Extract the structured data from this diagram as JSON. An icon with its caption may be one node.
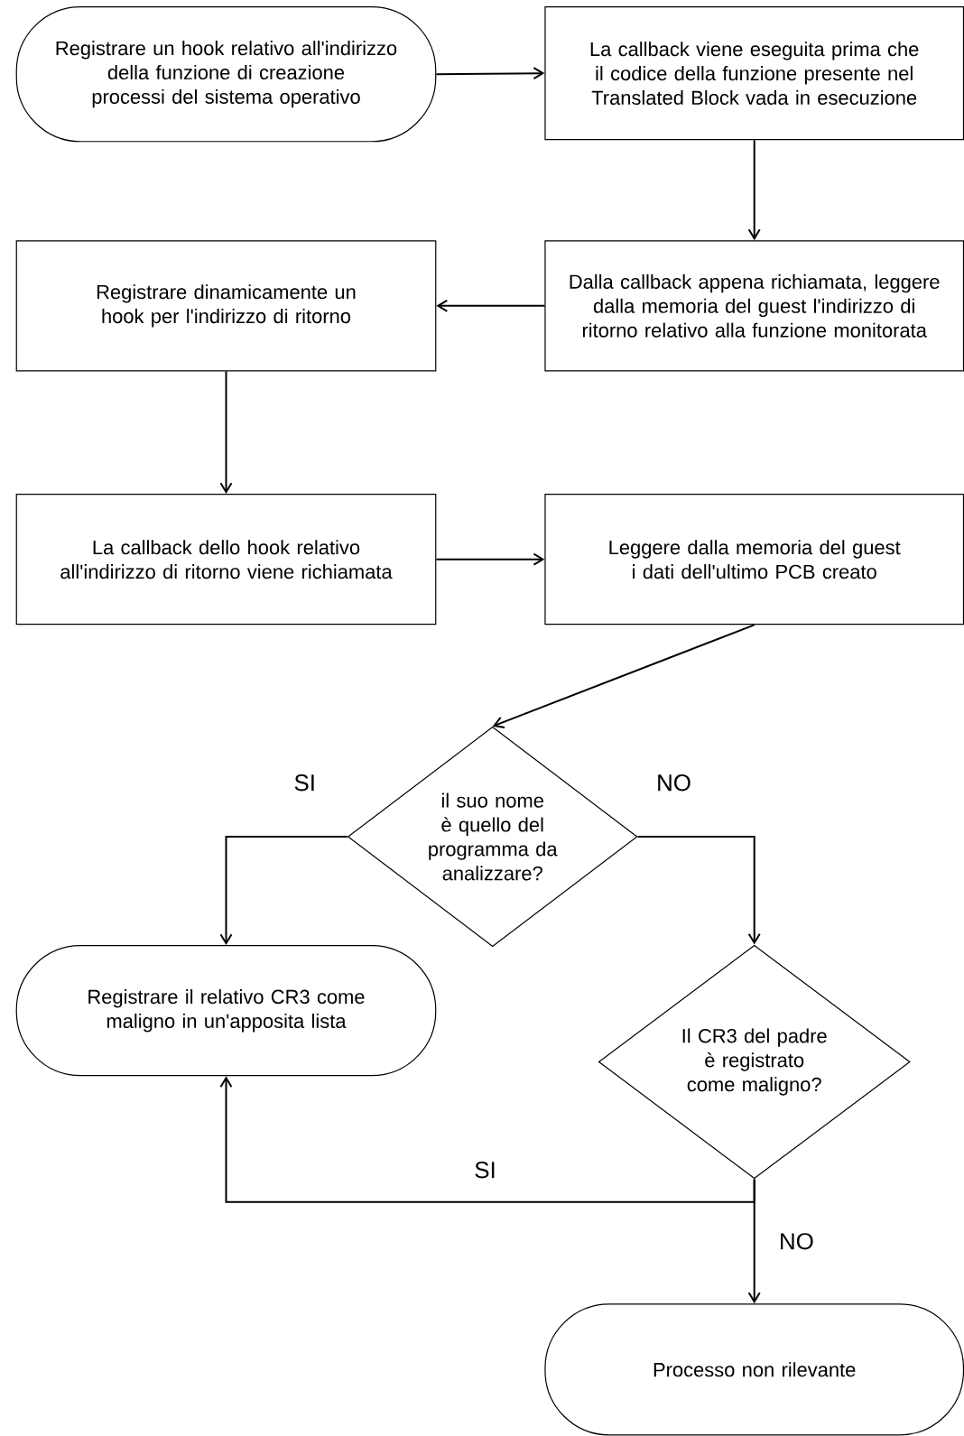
{
  "diagram": {
    "nodes": [
      {
        "text": [
          "Registrare un hook relativo all'indirizzo della funzione di creazione processi del sistema operativo"
        ]
      },
      {
        "text": [
          "La callback viene eseguita prima che il codice della funzione presente nel Translated Block vada in esecuzione"
        ]
      },
      {
        "text": [
          "Dalla callback appena richiamata, leggere dalla memoria del guest l'indirizzo di ritorno relativo alla funzione monitorata"
        ]
      },
      {
        "text": [
          "Registrare dinamicamente un hook per l'indirizzo di ritorno"
        ]
      },
      {
        "text": [
          "La callback dello hook relativo all'indirizzo di ritorno viene richiamata"
        ]
      },
      {
        "text": [
          "Leggere dalla memoria del guest i dati dell'ultimo PCB creato"
        ]
      },
      {
        "text": [
          "il suo nome è quello del programma da analizzare?"
        ]
      },
      {
        "text": [
          "Registrare il relativo CR3 come maligno in un'apposita lista"
        ]
      },
      {
        "text": [
          "Il CR3 del padre è registrato come maligno?"
        ]
      },
      {
        "text": [
          "Processo non rilevante"
        ]
      }
    ],
    "edges": [
      {
        "from": 0,
        "to": 1,
        "arrow": "to"
      },
      {
        "from": 1,
        "to": 2,
        "arrow": "to"
      },
      {
        "from": 2,
        "to": 3,
        "arrow": "to"
      },
      {
        "from": 3,
        "to": 4,
        "arrow": "to"
      },
      {
        "from": 4,
        "to": 5,
        "arrow": "to"
      },
      {
        "from": 5,
        "to": 6,
        "arrow": "to"
      },
      {
        "from": 6,
        "to": 7,
        "arrow": "to",
        "label": "SI"
      },
      {
        "from": 6,
        "to": 8,
        "arrow": "to",
        "label": "NO"
      },
      {
        "from": 8,
        "to": 7,
        "arrow": "to",
        "label": "SI"
      },
      {
        "from": 8,
        "to": 9,
        "arrow": "to",
        "label": "NO"
      }
    ]
  }
}
